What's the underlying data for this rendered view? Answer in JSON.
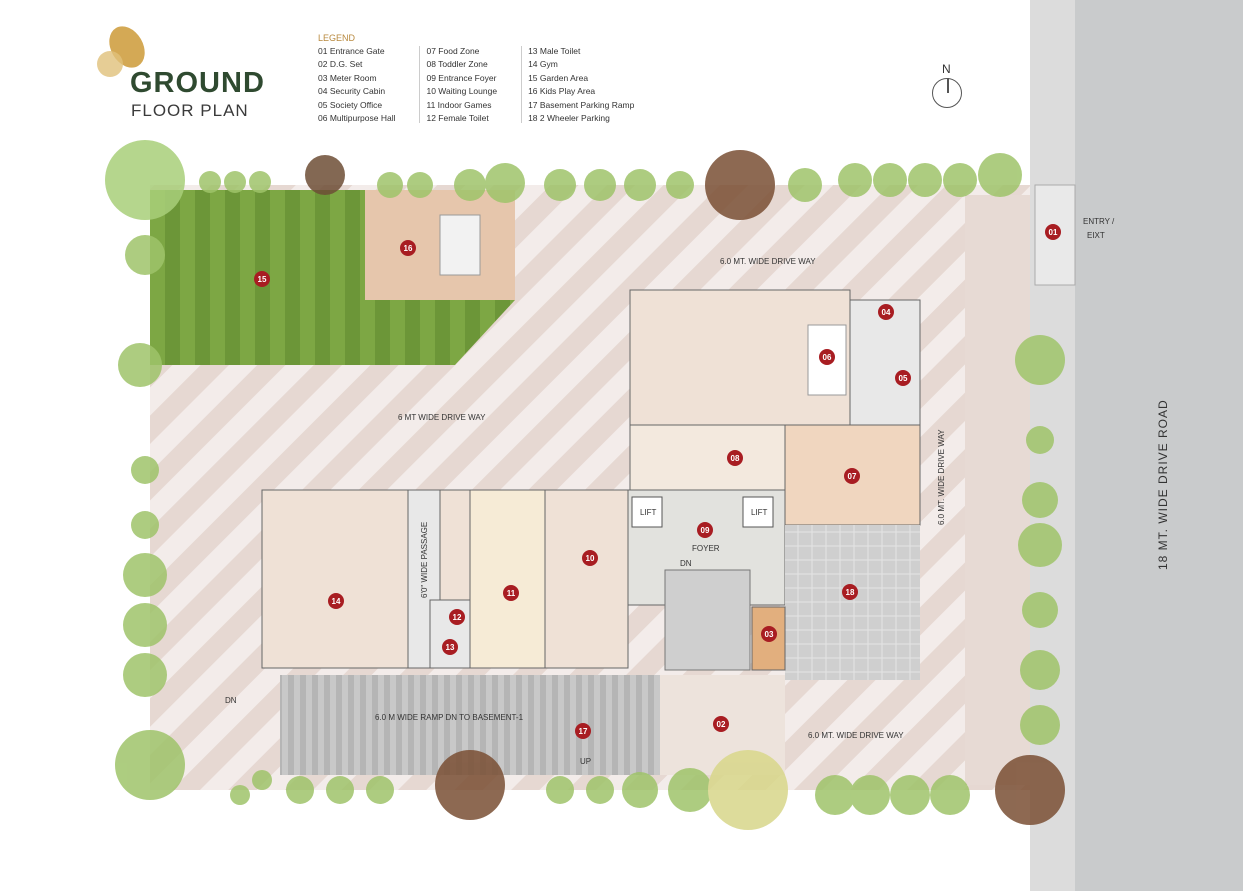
{
  "header": {
    "title_line1": "GROUND",
    "title_line2": "FLOOR PLAN"
  },
  "legend": {
    "heading": "LEGEND",
    "items": [
      "01  Entrance Gate",
      "02  D.G. Set",
      "03  Meter Room",
      "04  Security Cabin",
      "05  Society Office",
      "06  Multipurpose Hall",
      "07  Food Zone",
      "08  Toddler Zone",
      "09  Entrance Foyer",
      "10  Waiting Lounge",
      "11  Indoor Games",
      "12  Female Toilet",
      "13  Male Toilet",
      "14  Gym",
      "15  Garden Area",
      "16  Kids Play Area",
      "17  Basement Parking Ramp",
      "18  2 Wheeler Parking"
    ]
  },
  "compass": {
    "label": "N"
  },
  "markers": [
    "01",
    "02",
    "03",
    "04",
    "05",
    "06",
    "07",
    "08",
    "09",
    "10",
    "11",
    "12",
    "13",
    "14",
    "15",
    "16",
    "17",
    "18"
  ],
  "labels": {
    "drive_top": "6.0 MT. WIDE DRIVE WAY",
    "drive_mid": "6 MT WIDE DRIVE WAY",
    "drive_right": "6.0 MT. WIDE DRIVE WAY",
    "drive_bottom": "6.0 MT. WIDE DRIVE WAY",
    "ramp": "6.0 M WIDE RAMP DN TO BASEMENT-1",
    "passage": "6'0\" WIDE PASSAGE",
    "lift": "LIFT",
    "foyer": "FOYER",
    "dn": "DN",
    "up": "UP",
    "entry1": "ENTRY /",
    "entry2": "EIXT",
    "road": "18 MT. WIDE DRIVE ROAD"
  },
  "colors": {
    "marker": "#a81d22",
    "garden": "#6f9a3a",
    "road": "#c9cbcc",
    "site": "#efe5e0"
  }
}
